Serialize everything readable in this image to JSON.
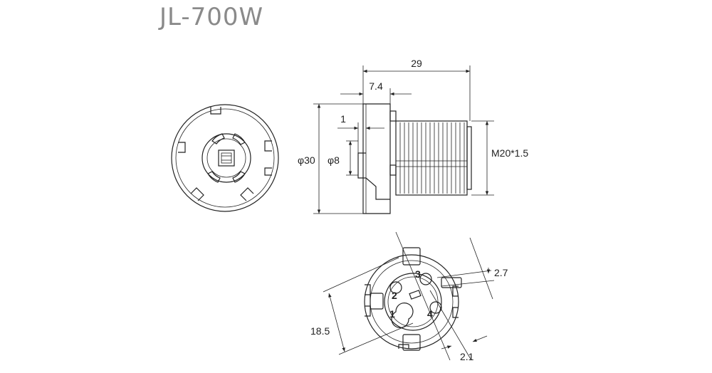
{
  "title": "JL-700W",
  "dimensions": {
    "length_total": "29",
    "flange_thickness": "7.4",
    "step": "1",
    "outer_diameter": "φ30",
    "inner_diameter": "φ8",
    "thread": "M20*1.5",
    "pin_offset": "2.7",
    "span": "18.5",
    "pin_width": "2.1"
  },
  "pin_numbers": [
    "1",
    "2",
    "3",
    "4"
  ],
  "colors": {
    "line": "#222222",
    "title": "#8a8a8a"
  }
}
